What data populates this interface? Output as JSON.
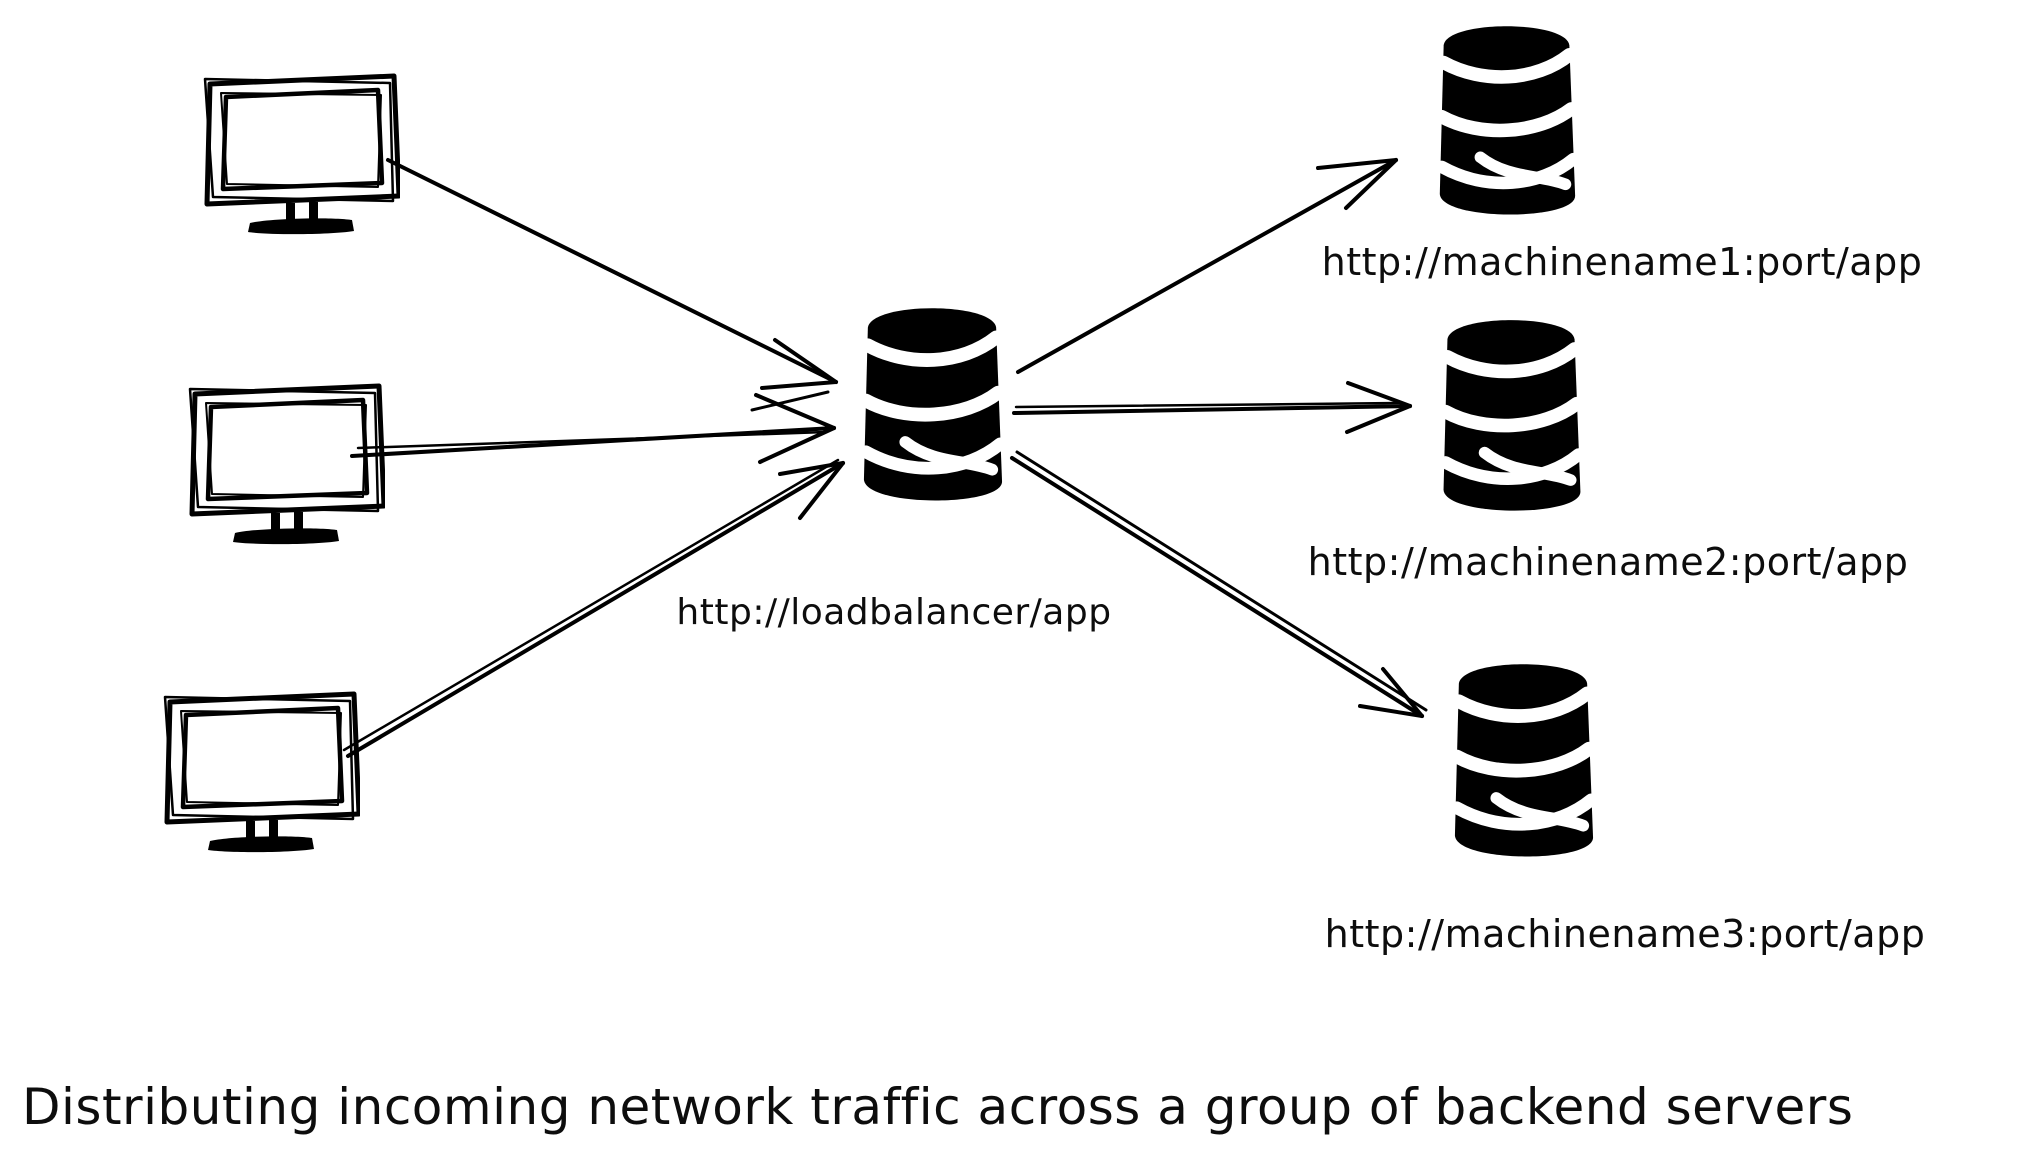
{
  "colors": {
    "ink": "#000000",
    "background": "#ffffff"
  },
  "caption": "Distributing incoming network traffic across a group of backend servers",
  "load_balancer": {
    "icon": "database-cylinder-icon",
    "label": "http://loadbalancer/app"
  },
  "clients": [
    {
      "icon": "monitor-icon"
    },
    {
      "icon": "monitor-icon"
    },
    {
      "icon": "monitor-icon"
    }
  ],
  "backend_servers": [
    {
      "icon": "database-cylinder-icon",
      "label": "http://machinename1:port/app"
    },
    {
      "icon": "database-cylinder-icon",
      "label": "http://machinename2:port/app"
    },
    {
      "icon": "database-cylinder-icon",
      "label": "http://machinename3:port/app"
    }
  ]
}
